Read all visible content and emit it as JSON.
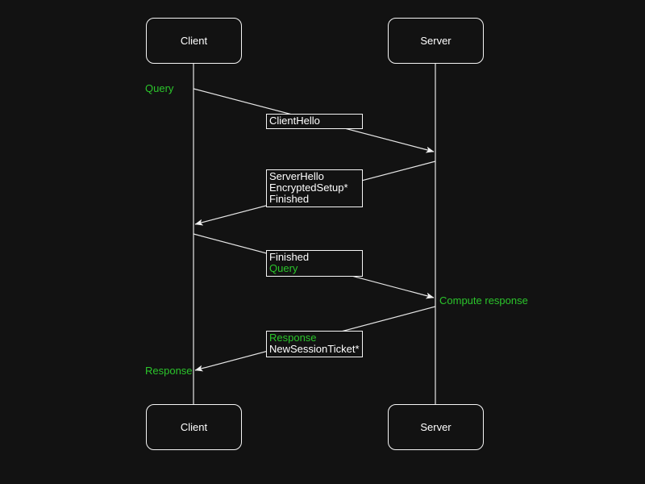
{
  "colors": {
    "bg": "#121212",
    "line": "#e6e6e6",
    "border": "#f5f5f5",
    "text": "#ffffff",
    "green": "#2bc52b"
  },
  "actors": {
    "client": "Client",
    "server": "Server"
  },
  "labels": {
    "query": "Query",
    "compute_response": "Compute response",
    "response": "Response"
  },
  "messages": {
    "client_hello": {
      "line1": "ClientHello"
    },
    "server_hello": {
      "line1": "ServerHello",
      "line2": "EncryptedSetup*",
      "line3": "Finished"
    },
    "finished_query": {
      "line1": "Finished",
      "line2": "Query"
    },
    "response_ticket": {
      "line1": "Response",
      "line2": "NewSessionTicket*"
    }
  }
}
